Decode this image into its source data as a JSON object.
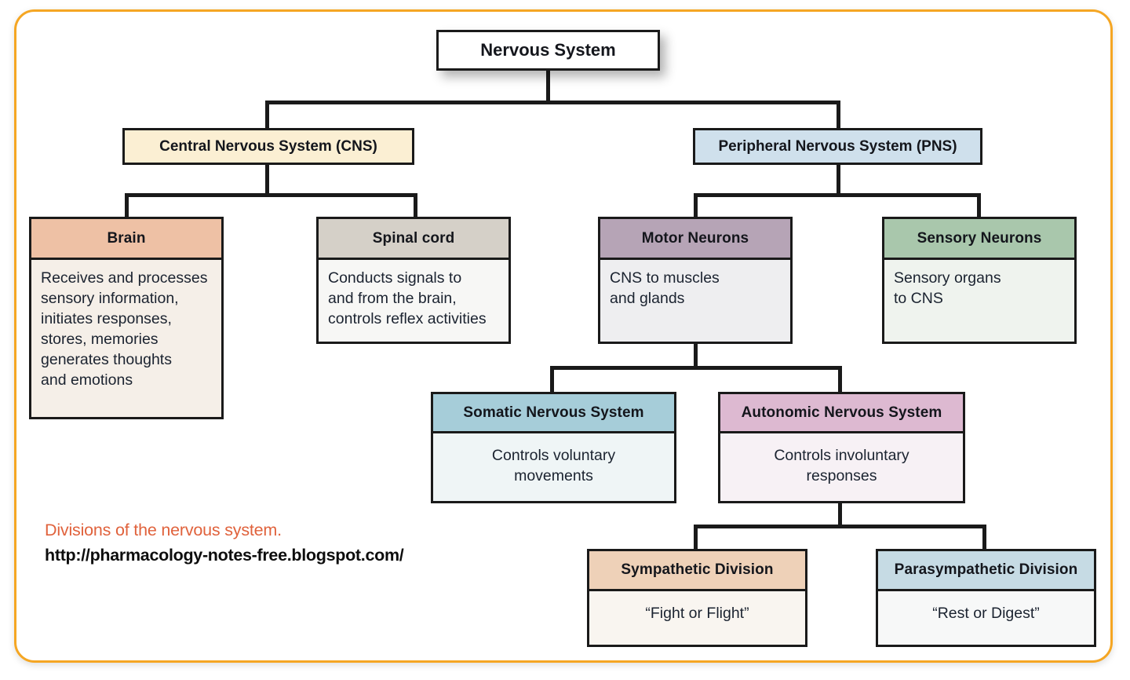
{
  "figure": {
    "frame_color": "#f5a623",
    "line_color": "#1a1a1a",
    "background": "#ffffff"
  },
  "caption": {
    "title": "Divisions of the nervous system.",
    "url": "http://pharmacology-notes-free.blogspot.com/",
    "title_color": "#e0623c",
    "url_color": "#0d0d0d"
  },
  "diagram": {
    "type": "hierarchy-tree",
    "root": {
      "id": "nervous-system",
      "label": "Nervous System",
      "fill": "#ffffff"
    },
    "nodes": [
      {
        "id": "cns",
        "label": "Central Nervous System (CNS)",
        "fill": "#fbefd3",
        "parent": "nervous-system"
      },
      {
        "id": "pns",
        "label": "Peripheral Nervous System (PNS)",
        "fill": "#cfe0ec",
        "parent": "nervous-system"
      },
      {
        "id": "brain",
        "label": "Brain",
        "description": "Receives and processes sensory information, initiates responses, stores, memories generates thoughts and emotions",
        "header_fill": "#eec1a5",
        "body_fill": "#f5efe8",
        "parent": "cns"
      },
      {
        "id": "spinal-cord",
        "label": "Spinal cord",
        "description": "Conducts signals to and from the brain, controls reflex activities",
        "header_fill": "#d5d0c8",
        "body_fill": "#f7f7f5",
        "parent": "cns"
      },
      {
        "id": "motor-neurons",
        "label": "Motor Neurons",
        "description": "CNS to muscles and glands",
        "header_fill": "#b6a4b6",
        "body_fill": "#eeeef0",
        "parent": "pns"
      },
      {
        "id": "sensory-neurons",
        "label": "Sensory Neurons",
        "description": "Sensory organs to CNS",
        "header_fill": "#a9c7ac",
        "body_fill": "#eff3ee",
        "parent": "pns"
      },
      {
        "id": "somatic-nervous-system",
        "label": "Somatic Nervous System",
        "description": "Controls voluntary movements",
        "header_fill": "#a6cdd9",
        "body_fill": "#eff5f6",
        "parent": "motor-neurons"
      },
      {
        "id": "autonomic-nervous-system",
        "label": "Autonomic Nervous System",
        "description": "Controls involuntary responses",
        "header_fill": "#ddb9d1",
        "body_fill": "#f7f1f5",
        "parent": "motor-neurons"
      },
      {
        "id": "sympathetic-division",
        "label": "Sympathetic Division",
        "description": "“Fight or Flight”",
        "header_fill": "#eed1b8",
        "body_fill": "#f9f5f0",
        "parent": "autonomic-nervous-system"
      },
      {
        "id": "parasympathetic-division",
        "label": "Parasympathetic Division",
        "description": "“Rest or Digest”",
        "header_fill": "#c6dbe4",
        "body_fill": "#f7f8f8",
        "parent": "autonomic-nervous-system"
      }
    ],
    "brain_lines": [
      "Receives and processes",
      "sensory information,",
      "initiates responses,",
      "stores, memories",
      "generates thoughts",
      "and emotions"
    ],
    "spinal_lines": [
      "Conducts signals to",
      "and from the brain,",
      "controls reflex activities"
    ],
    "motor_lines": [
      "CNS to muscles",
      "and glands"
    ],
    "sensory_lines": [
      "Sensory organs",
      "to CNS"
    ],
    "somatic_lines": [
      "Controls voluntary",
      "movements"
    ],
    "autonomic_lines": [
      "Controls involuntary",
      "responses"
    ],
    "sympathetic_lines": [
      "“Fight or Flight”"
    ],
    "parasympathetic_lines": [
      "“Rest or Digest”"
    ]
  }
}
